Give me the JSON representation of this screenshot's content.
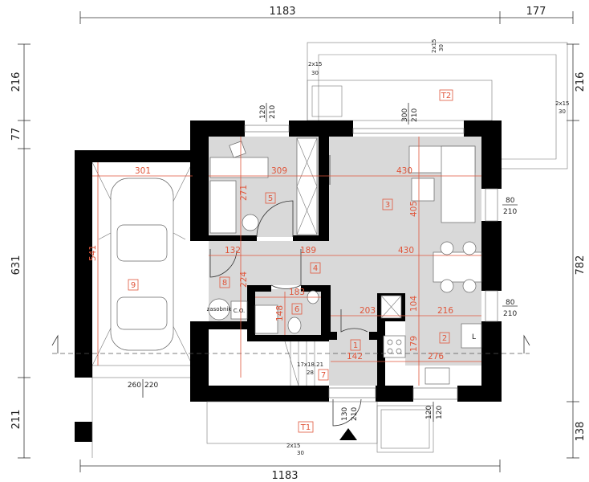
{
  "overall_dimensions": {
    "top_main": "1183",
    "top_terrace": "177",
    "bottom_main": "1183",
    "left": [
      "216",
      "77",
      "631",
      "211"
    ],
    "right": [
      "216",
      "782",
      "138"
    ]
  },
  "rooms": {
    "r1": "1",
    "r2": "2",
    "r3": "3",
    "r4": "4",
    "r5": "5",
    "r6": "6",
    "r7": "7",
    "r8": "8",
    "r9": "9",
    "t1": "T1",
    "t2": "T2"
  },
  "room_dimensions": {
    "garage_width": "301",
    "garage_depth": "541",
    "room5_width": "309",
    "room5_depth": "271",
    "room3_width_top": "430",
    "room3_depth": "405",
    "room3_width_mid": "430",
    "room8_width": "132",
    "room8_depth": "224",
    "room4_width": "189",
    "room6_width": "183",
    "room6_depth": "148",
    "hall_width": "203",
    "kitchen_depth_top": "104",
    "kitchen_width_top": "216",
    "kitchen_depth": "179",
    "kitchen_width": "276",
    "room1_width": "142"
  },
  "openings": {
    "w_room5": [
      "120",
      "210"
    ],
    "w_terrace": [
      "300",
      "210"
    ],
    "w_right_1": [
      "80",
      "210"
    ],
    "w_right_2": [
      "80",
      "210"
    ],
    "garage_door": [
      "260",
      "220"
    ],
    "entrance_door": [
      "130",
      "210"
    ],
    "w_kitchen": [
      "120",
      "120"
    ]
  },
  "steps": [
    "2x15",
    "30"
  ],
  "stairs": [
    "17x18.21",
    "28"
  ],
  "fixtures": {
    "boiler_tank": "zasobnik",
    "heating": "C.O."
  },
  "colors": {
    "walls": "#000000",
    "floor": "#d9d9d9",
    "dimensions": "#e0553a"
  }
}
